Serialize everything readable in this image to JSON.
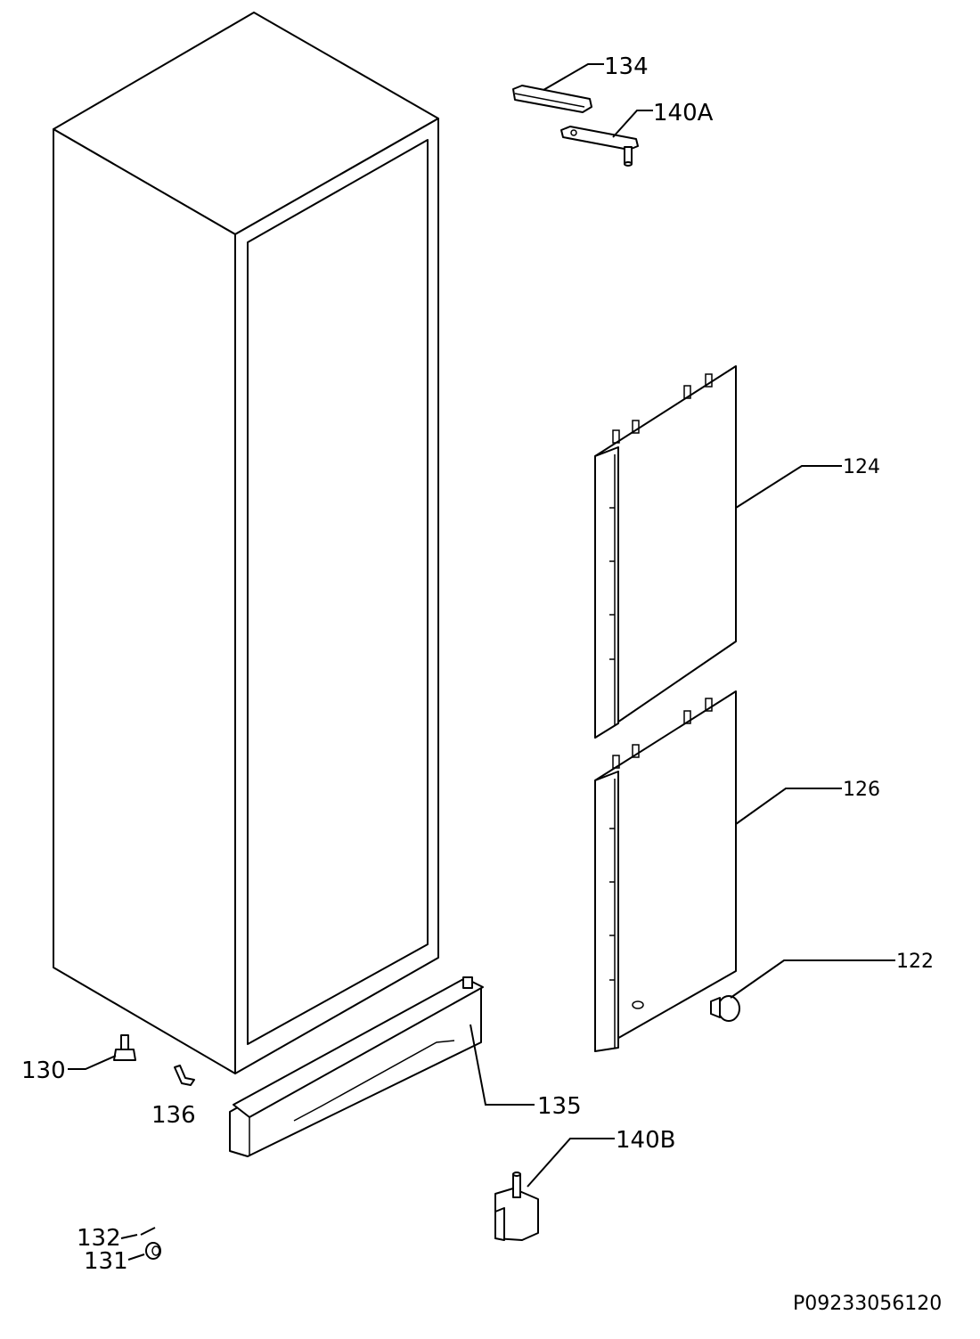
{
  "diagram": {
    "callouts": [
      {
        "id": "134",
        "label": "134"
      },
      {
        "id": "140A",
        "label": "140A"
      },
      {
        "id": "124",
        "label": "124"
      },
      {
        "id": "126",
        "label": "126"
      },
      {
        "id": "122",
        "label": "122"
      },
      {
        "id": "130",
        "label": "130"
      },
      {
        "id": "136",
        "label": "136"
      },
      {
        "id": "135",
        "label": "135"
      },
      {
        "id": "140B",
        "label": "140B"
      },
      {
        "id": "132",
        "label": "132"
      },
      {
        "id": "131",
        "label": "131"
      }
    ],
    "drawing_code": "P09233056120"
  }
}
